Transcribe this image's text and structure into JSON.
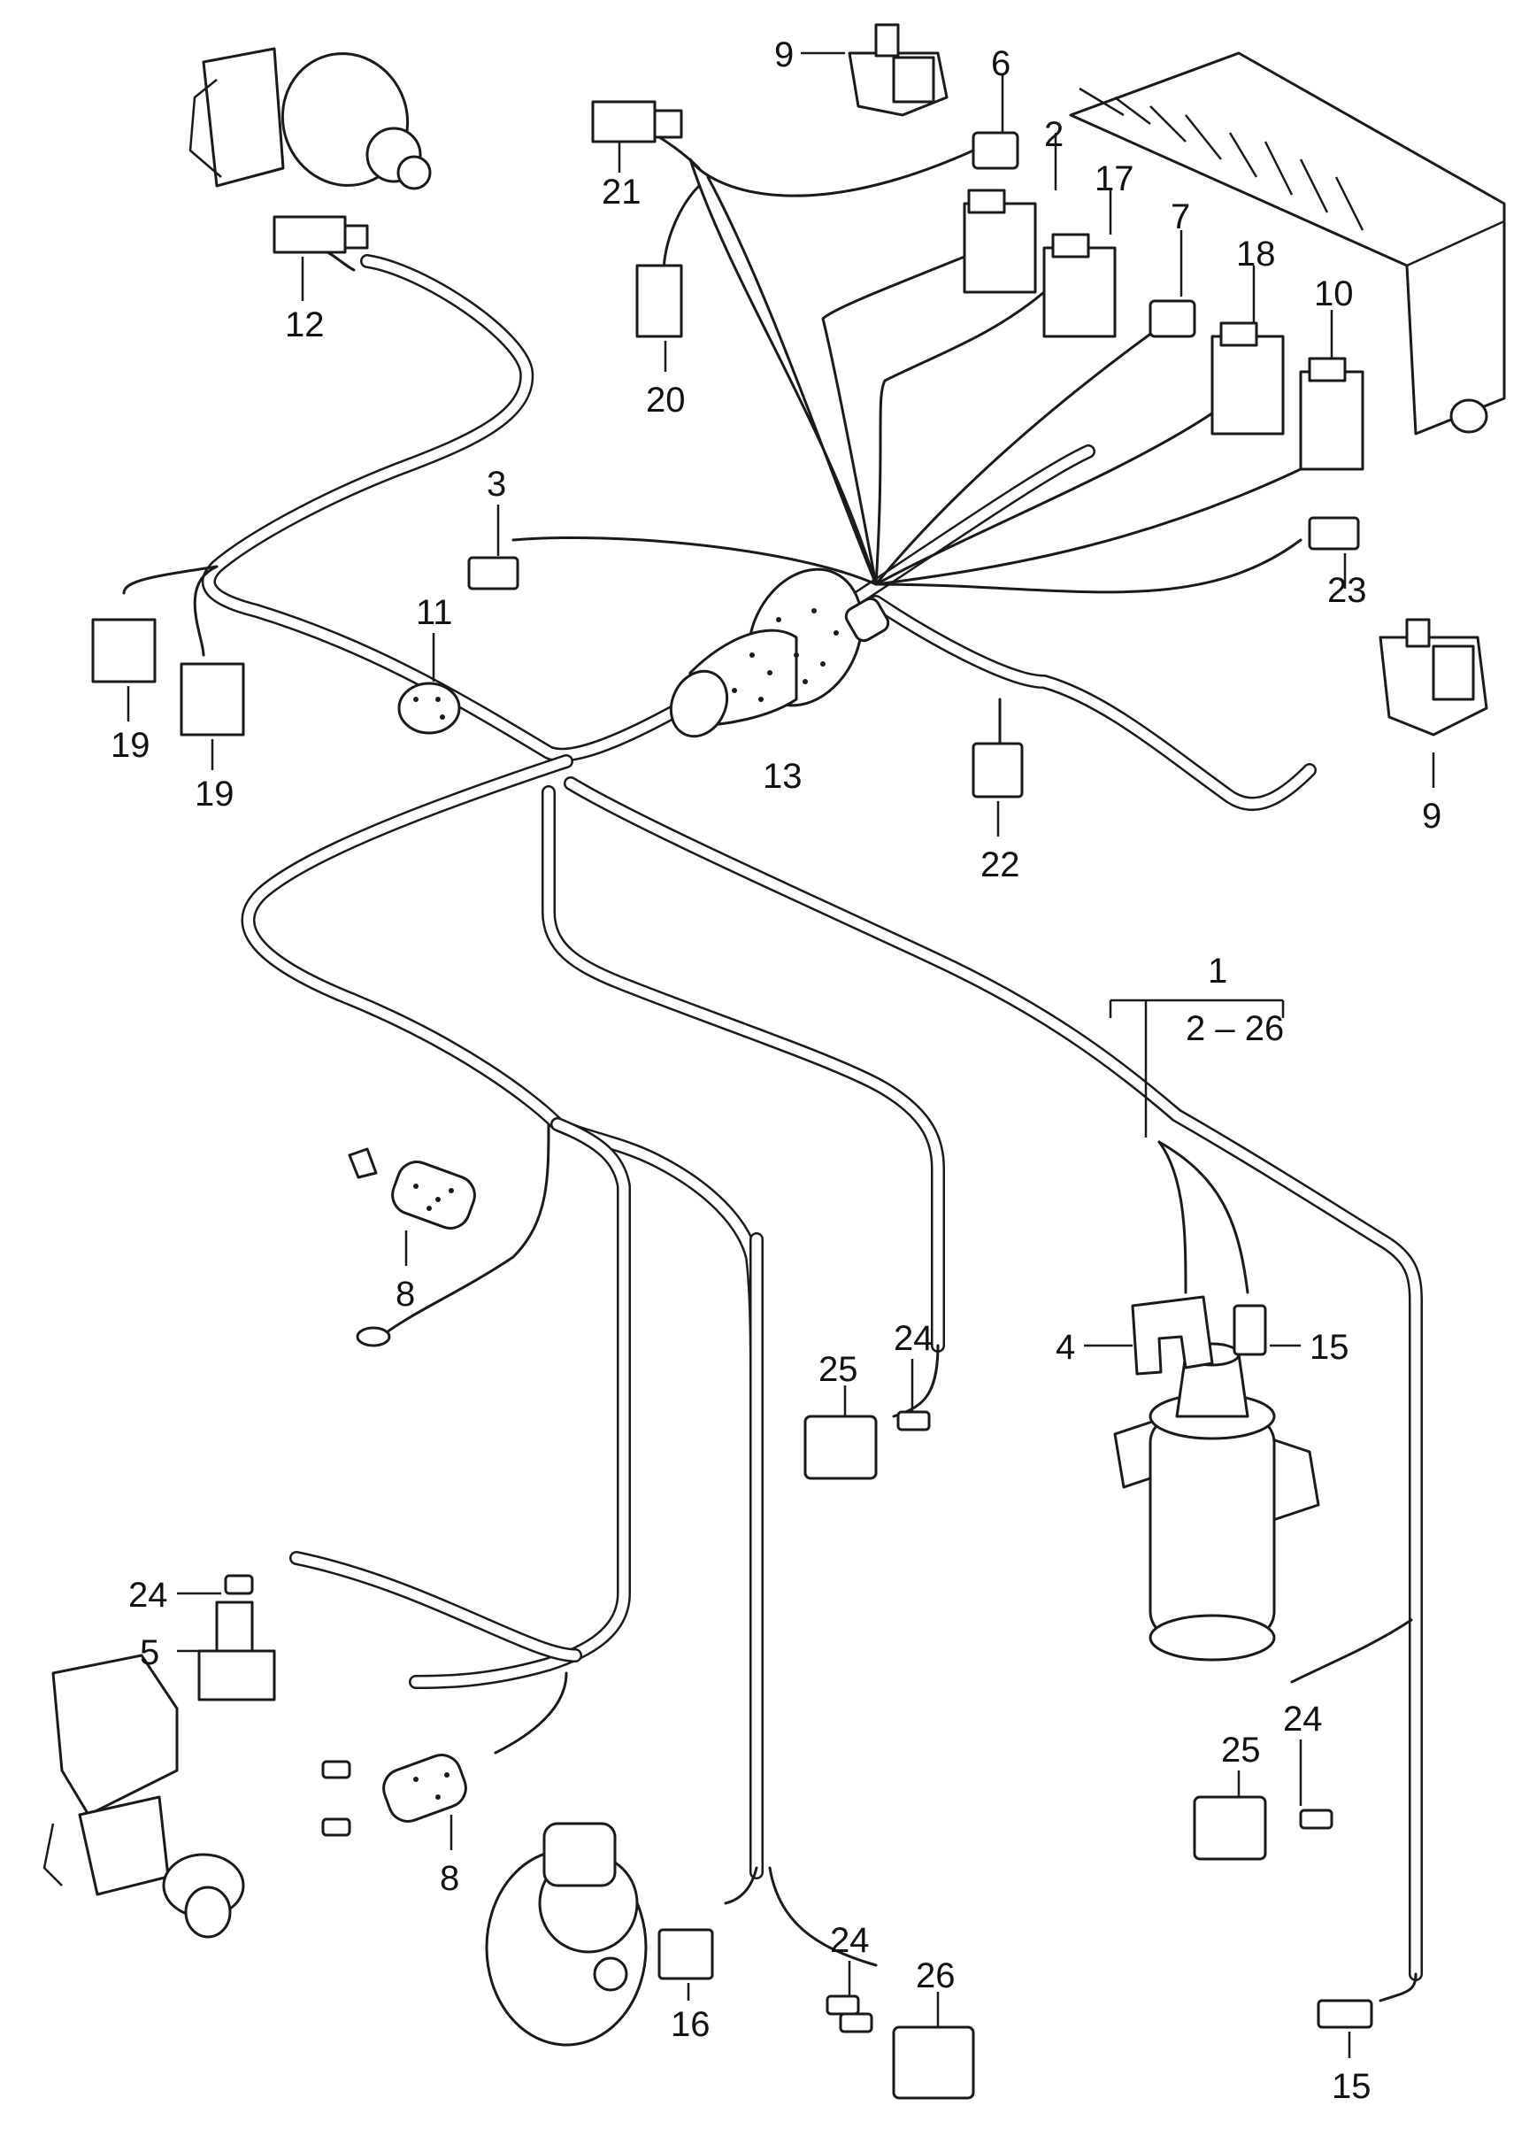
{
  "callouts": {
    "c1": "1",
    "c1_range": "2 – 26",
    "c2": "2",
    "c3": "3",
    "c4": "4",
    "c5": "5",
    "c6": "6",
    "c7": "7",
    "c8a": "8",
    "c8b": "8",
    "c9a": "9",
    "c9b": "9",
    "c10": "10",
    "c11": "11",
    "c12": "12",
    "c13": "13",
    "c15a": "15",
    "c15b": "15",
    "c16": "16",
    "c17": "17",
    "c18": "18",
    "c19a": "19",
    "c19b": "19",
    "c20": "20",
    "c21": "21",
    "c22": "22",
    "c23": "23",
    "c24a": "24",
    "c24b": "24",
    "c24c": "24",
    "c24d": "24",
    "c25a": "25",
    "c25b": "25",
    "c26": "26"
  },
  "colors": {
    "line": "#1a1a1a",
    "background": "#ffffff"
  }
}
